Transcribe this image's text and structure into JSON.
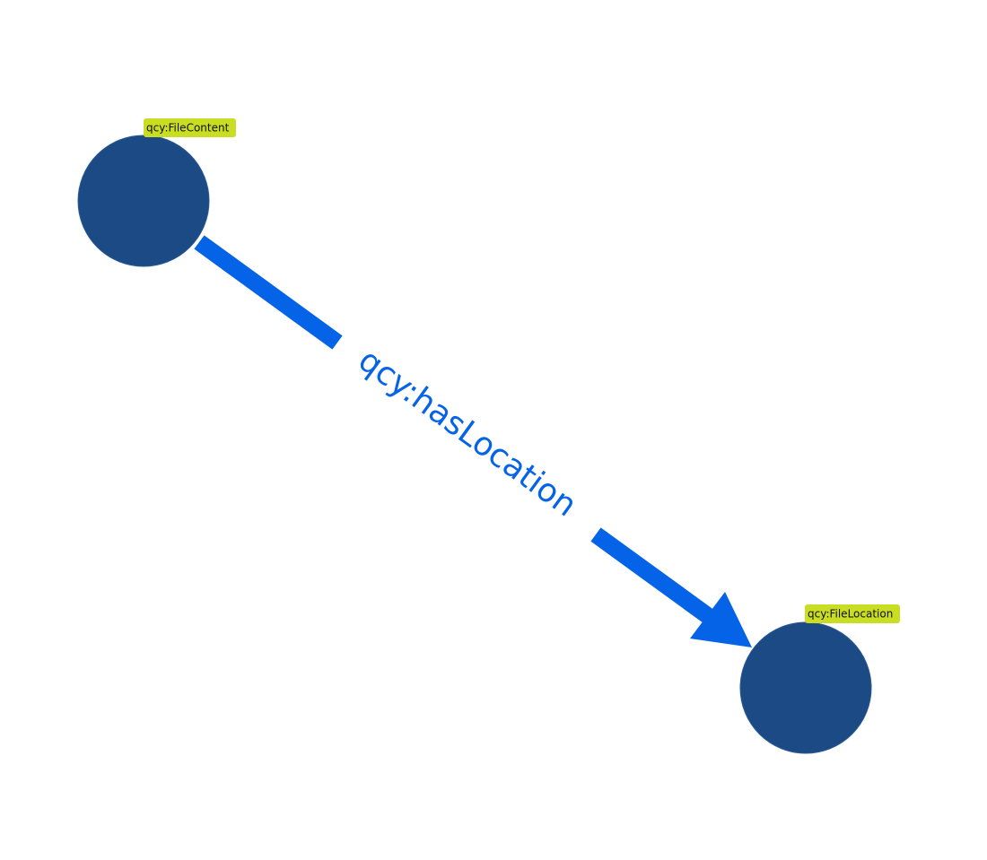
{
  "graph": {
    "nodes": [
      {
        "id": "source",
        "label": "qcy:FileContent"
      },
      {
        "id": "target",
        "label": "qcy:FileLocation"
      }
    ],
    "edges": [
      {
        "from": "source",
        "to": "target",
        "label": "qcy:hasLocation"
      }
    ]
  },
  "colors": {
    "node_fill": "#1b4a85",
    "node_stroke": "#2a5a96",
    "edge": "#0563e8",
    "badge_fill": "#c9dd22",
    "badge_text": "#111111",
    "background": "#ffffff"
  }
}
